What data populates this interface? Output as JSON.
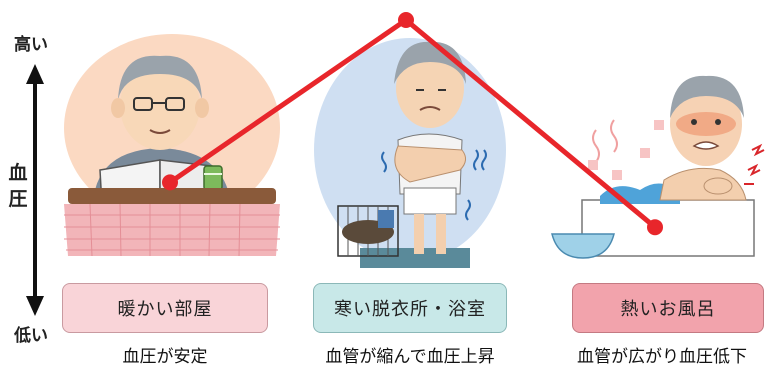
{
  "axis": {
    "high_label": "高い",
    "low_label": "低い",
    "title": "血圧"
  },
  "scenes": [
    {
      "room": "暖かい部屋",
      "effect": "血圧が安定",
      "level": 0.42
    },
    {
      "room": "寒い脱衣所・浴室",
      "effect": "血管が縮んで血圧上昇",
      "level": 1.0
    },
    {
      "room": "熱いお風呂",
      "effect": "血管が広がり血圧低下",
      "level": 0.26
    }
  ],
  "colors": {
    "line": "#e8262b",
    "arrow": "#111111",
    "scene1_bg": "#fbd9c2",
    "scene2_bg": "#cfdff2",
    "box1": "#f9d4d8",
    "box2": "#c8e8e8",
    "box3": "#f2a3ac"
  }
}
